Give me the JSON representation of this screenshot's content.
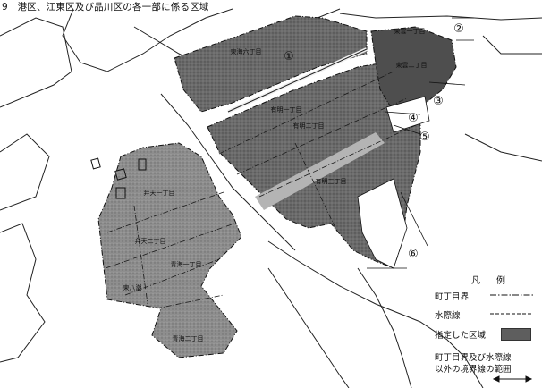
{
  "title": "9　港区、江東区及び品川区の各一部に係る区域",
  "areas": [
    {
      "key": "ariake1",
      "label": "有明一丁目"
    },
    {
      "key": "ariake2",
      "label": "有明二丁目"
    },
    {
      "key": "ariake3",
      "label": "有明三丁目"
    },
    {
      "key": "tokai6",
      "label": "東海六丁目"
    },
    {
      "key": "tokai1",
      "label": "東雲一丁目"
    },
    {
      "key": "tokai2",
      "label": "東雲二丁目"
    },
    {
      "key": "tokai_top",
      "label": "東雲一丁目"
    },
    {
      "key": "benten1",
      "label": "弁天一丁目"
    },
    {
      "key": "benten2",
      "label": "弁天二丁目"
    },
    {
      "key": "aomi1",
      "label": "青海一丁目"
    },
    {
      "key": "aomi2",
      "label": "青海二丁目"
    },
    {
      "key": "higashiyashio",
      "label": "東八潮"
    }
  ],
  "markers": [
    "①",
    "②",
    "③",
    "④",
    "⑤",
    "⑥"
  ],
  "legend": {
    "title": "凡　例",
    "items": [
      {
        "label": "町丁目界",
        "line": "dash-dot"
      },
      {
        "label": "水際線",
        "line": "dashed"
      },
      {
        "label": "指定した区域",
        "line": "fill"
      },
      {
        "label": "町丁目界及び水際線",
        "line": "none"
      },
      {
        "label": "以外の境界線の範囲",
        "line": "arrow"
      }
    ]
  },
  "colors": {
    "designated_dark": "#5a5a5a",
    "designated_mid": "#7a7a7a",
    "designated_light": "#9a9a9a",
    "background": "#ffffff",
    "ink": "#111111"
  }
}
